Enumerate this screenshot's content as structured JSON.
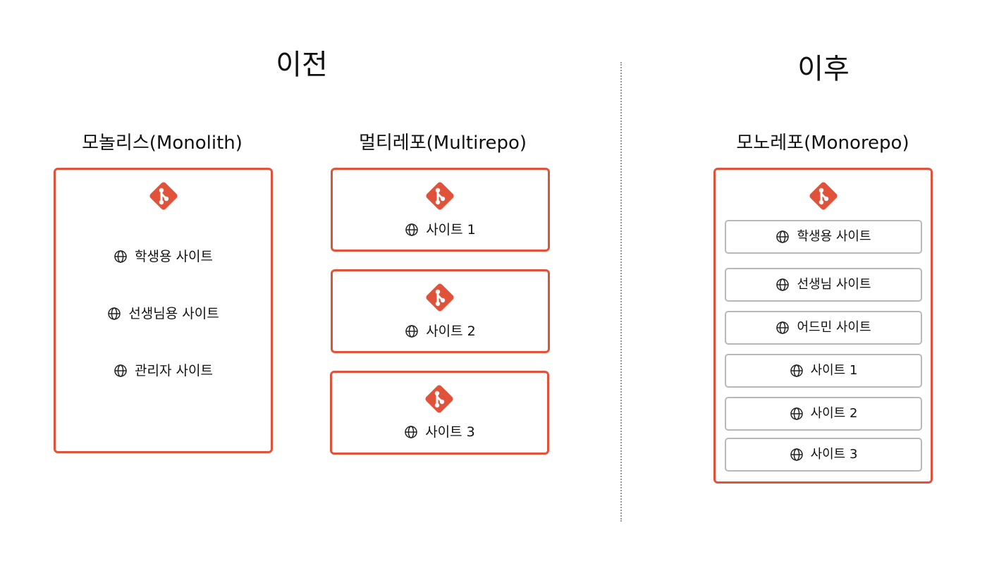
{
  "before": {
    "heading": "이전",
    "monolith": {
      "title": "모놀리스(Monolith)",
      "sites": [
        "학생용 사이트",
        "선생님용 사이트",
        "관리자 사이트"
      ]
    },
    "multirepo": {
      "title": "멀티레포(Multirepo)",
      "repos": [
        {
          "site": "사이트 1"
        },
        {
          "site": "사이트 2"
        },
        {
          "site": "사이트 3"
        }
      ]
    }
  },
  "after": {
    "heading": "이후",
    "monorepo": {
      "title": "모노레포(Monorepo)",
      "packages": [
        "학생용 사이트",
        "선생님 사이트",
        "어드민 사이트",
        "사이트 1",
        "사이트 2",
        "사이트 3"
      ]
    }
  },
  "icons": {
    "repo": "git-icon",
    "site": "globe-icon"
  },
  "colors": {
    "accent": "#e0533a",
    "package_border": "#b8b8b8",
    "divider": "#9a9a9a"
  }
}
